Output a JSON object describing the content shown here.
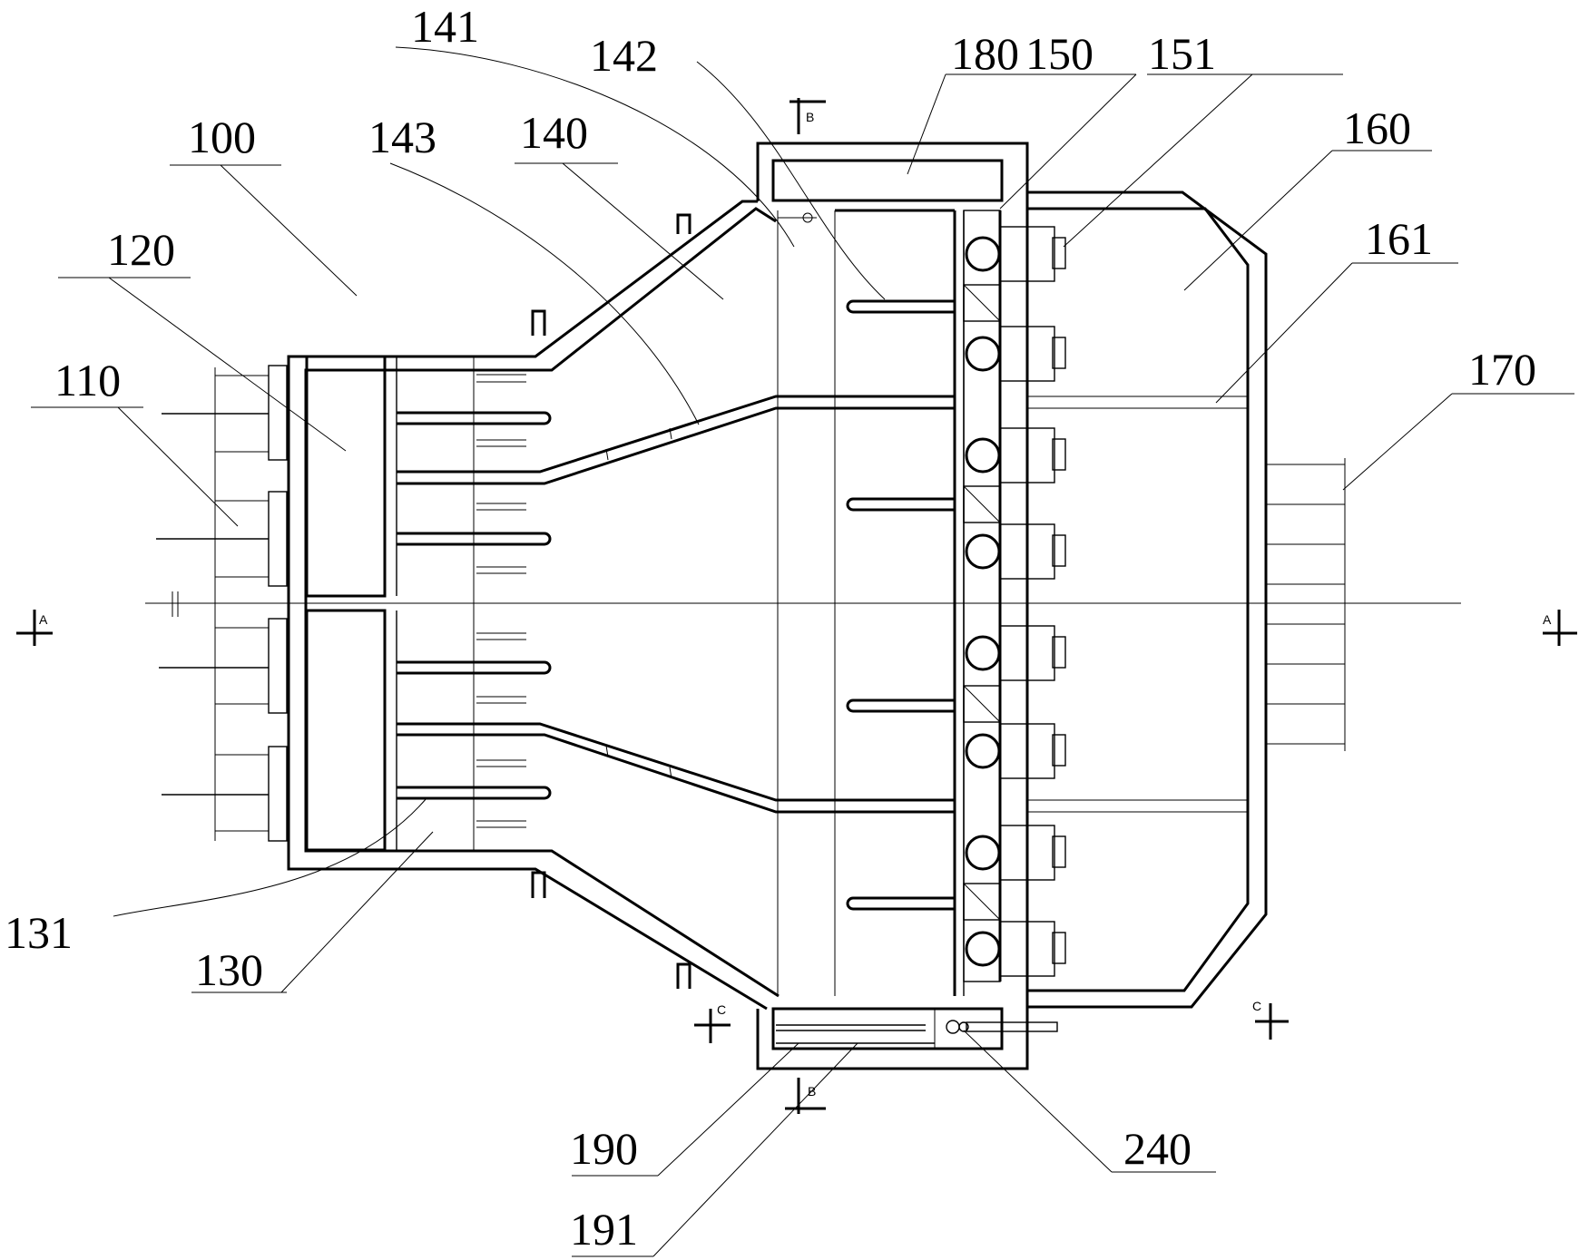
{
  "labels": {
    "l100": "100",
    "l110": "110",
    "l120": "120",
    "l130": "130",
    "l131": "131",
    "l140": "140",
    "l141": "141",
    "l142": "142",
    "l143": "143",
    "l150": "150",
    "l151": "151",
    "l160": "160",
    "l161": "161",
    "l170": "170",
    "l180": "180",
    "l190": "190",
    "l191": "191",
    "l240": "240"
  },
  "sections": {
    "a_left": "A",
    "a_right": "A",
    "b_top": "B",
    "b_bottom": "B",
    "c_left": "C",
    "c_right": "C"
  }
}
